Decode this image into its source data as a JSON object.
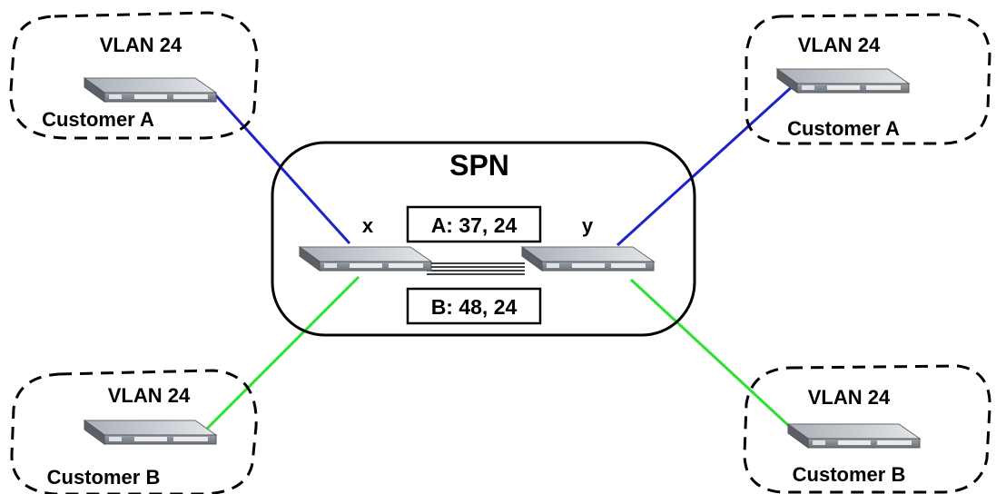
{
  "core": {
    "label": "SPN"
  },
  "switches": {
    "x": {
      "label": "x"
    },
    "y": {
      "label": "y"
    }
  },
  "tunnel_tags": {
    "a": "A: 37, 24",
    "b": "B: 48, 24"
  },
  "sites": [
    {
      "vlan": "VLAN 24",
      "customer": "Customer A"
    },
    {
      "vlan": "VLAN 24",
      "customer": "Customer A"
    },
    {
      "vlan": "VLAN 24",
      "customer": "Customer B"
    },
    {
      "vlan": "VLAN 24",
      "customer": "Customer B"
    }
  ],
  "colors": {
    "customer_a_link": "#1f22c8",
    "customer_b_link": "#2ee02e",
    "switch_body": "#c9ced4",
    "switch_dark": "#4a4f55"
  },
  "icons": [
    "network-switch-icon"
  ]
}
